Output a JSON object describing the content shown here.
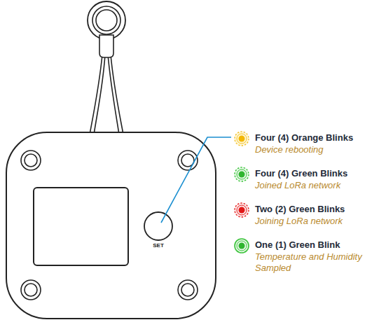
{
  "diagram": {
    "labels": [
      "SET",
      "Four (4) Orange Blinks",
      "Device rebooting",
      "Four (4) Green Blinks",
      "Joined LoRa network",
      "Two (2) Green Blinks",
      "Joining LoRa network",
      "One (1) Green Blink",
      "Temperature and Humidity Sampled"
    ]
  }
}
